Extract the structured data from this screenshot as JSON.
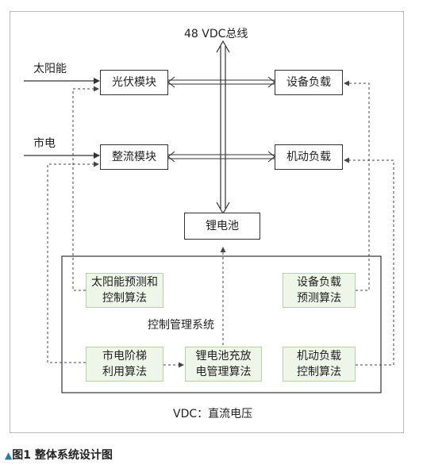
{
  "bus": {
    "label": "48 VDC总线"
  },
  "inputs": {
    "solar": "太阳能",
    "grid": "市电"
  },
  "modules": {
    "pv": "光伏模块",
    "rectifier": "整流模块",
    "equipment_load": "设备负载",
    "motor_load": "机动负载",
    "battery": "锂电池"
  },
  "algorithms": {
    "solar_forecast": "太阳能预测和\n控制算法",
    "load_forecast": "设备负载\n预测算法",
    "grid_tiered": "市电阶梯\n利用算法",
    "battery_mgmt": "锂电池充放\n电管理算法",
    "motor_control": "机动负载\n控制算法"
  },
  "system": {
    "label": "控制管理系统",
    "vdc": "VDC：直流电压"
  },
  "caption": {
    "marker": "▲",
    "text": "图1 整体系统设计图"
  }
}
